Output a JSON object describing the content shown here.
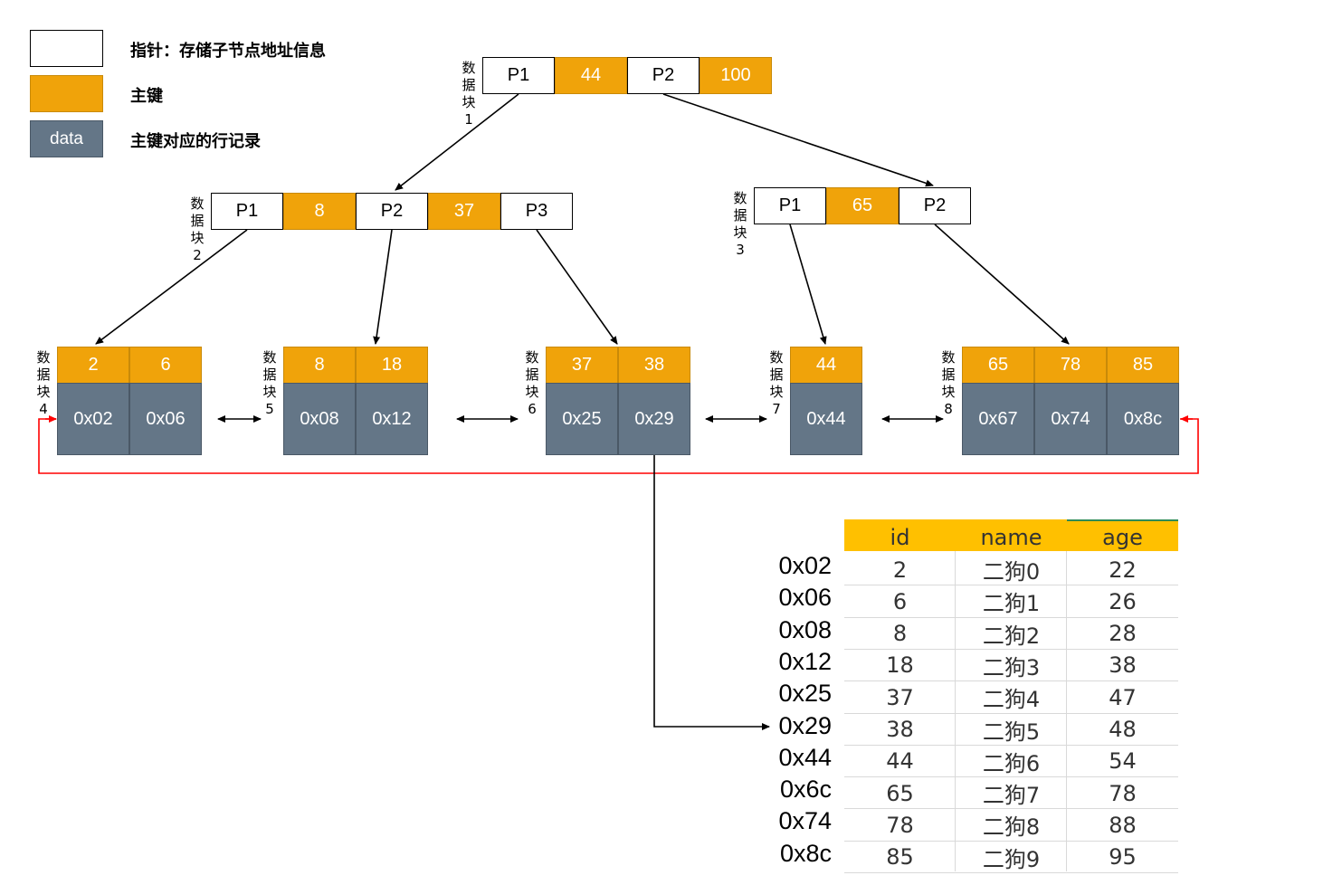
{
  "legend": {
    "pointer_text": "指针：存储子节点地址信息",
    "key_text": "主键",
    "data_box_label": "data",
    "data_text": "主键对应的行记录"
  },
  "blocks": {
    "b1": {
      "label": [
        "数",
        "据",
        "块",
        "1"
      ],
      "cells": [
        "P1",
        "44",
        "P2",
        "100"
      ]
    },
    "b2": {
      "label": [
        "数",
        "据",
        "块",
        "2"
      ],
      "cells": [
        "P1",
        "8",
        "P2",
        "37",
        "P3"
      ]
    },
    "b3": {
      "label": [
        "数",
        "据",
        "块",
        "3"
      ],
      "cells": [
        "P1",
        "65",
        "P2"
      ]
    },
    "b4": {
      "label": [
        "数",
        "据",
        "块",
        "4"
      ],
      "keys": [
        "2",
        "6"
      ],
      "data": [
        "0x02",
        "0x06"
      ]
    },
    "b5": {
      "label": [
        "数",
        "据",
        "块",
        "5"
      ],
      "keys": [
        "8",
        "18"
      ],
      "data": [
        "0x08",
        "0x12"
      ]
    },
    "b6": {
      "label": [
        "数",
        "据",
        "块",
        "6"
      ],
      "keys": [
        "37",
        "38"
      ],
      "data": [
        "0x25",
        "0x29"
      ]
    },
    "b7": {
      "label": [
        "数",
        "据",
        "块",
        "7"
      ],
      "keys": [
        "44"
      ],
      "data": [
        "0x44"
      ]
    },
    "b8": {
      "label": [
        "数",
        "据",
        "块",
        "8"
      ],
      "keys": [
        "65",
        "78",
        "85"
      ],
      "data": [
        "0x67",
        "0x74",
        "0x8c"
      ]
    }
  },
  "colors": {
    "pointer": "#ffffff",
    "key": "#F0A30A",
    "data": "#647687",
    "table_header": "#FFC000",
    "loop_arrow": "#ff0000"
  },
  "table": {
    "headers": [
      "id",
      "name",
      "age"
    ],
    "addresses": [
      "0x02",
      "0x06",
      "0x08",
      "0x12",
      "0x25",
      "0x29",
      "0x44",
      "0x6c",
      "0x74",
      "0x8c"
    ],
    "rows": [
      [
        "2",
        "二狗0",
        "22"
      ],
      [
        "6",
        "二狗1",
        "26"
      ],
      [
        "8",
        "二狗2",
        "28"
      ],
      [
        "18",
        "二狗3",
        "38"
      ],
      [
        "37",
        "二狗4",
        "47"
      ],
      [
        "38",
        "二狗5",
        "48"
      ],
      [
        "44",
        "二狗6",
        "54"
      ],
      [
        "65",
        "二狗7",
        "78"
      ],
      [
        "78",
        "二狗8",
        "88"
      ],
      [
        "85",
        "二狗9",
        "95"
      ]
    ]
  }
}
